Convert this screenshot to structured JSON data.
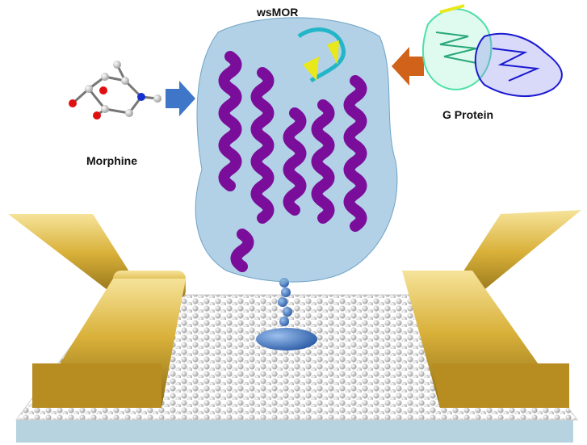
{
  "labels": {
    "protein": "wsMOR",
    "ligand": "Morphine",
    "g_protein": "G Protein"
  },
  "colors": {
    "helix": "#7a0e9a",
    "protein_surface": "#7fb3d6",
    "gold": "#d9b13a",
    "graphene_atom": "#d8d8d8",
    "substrate": "#b8d3e0",
    "arrow_left": "#3f76c8",
    "arrow_right": "#d0621a",
    "g_protein_green": "#4fe0a8",
    "g_protein_blue": "#1a1ad0",
    "tether": "#3a6fb8"
  }
}
